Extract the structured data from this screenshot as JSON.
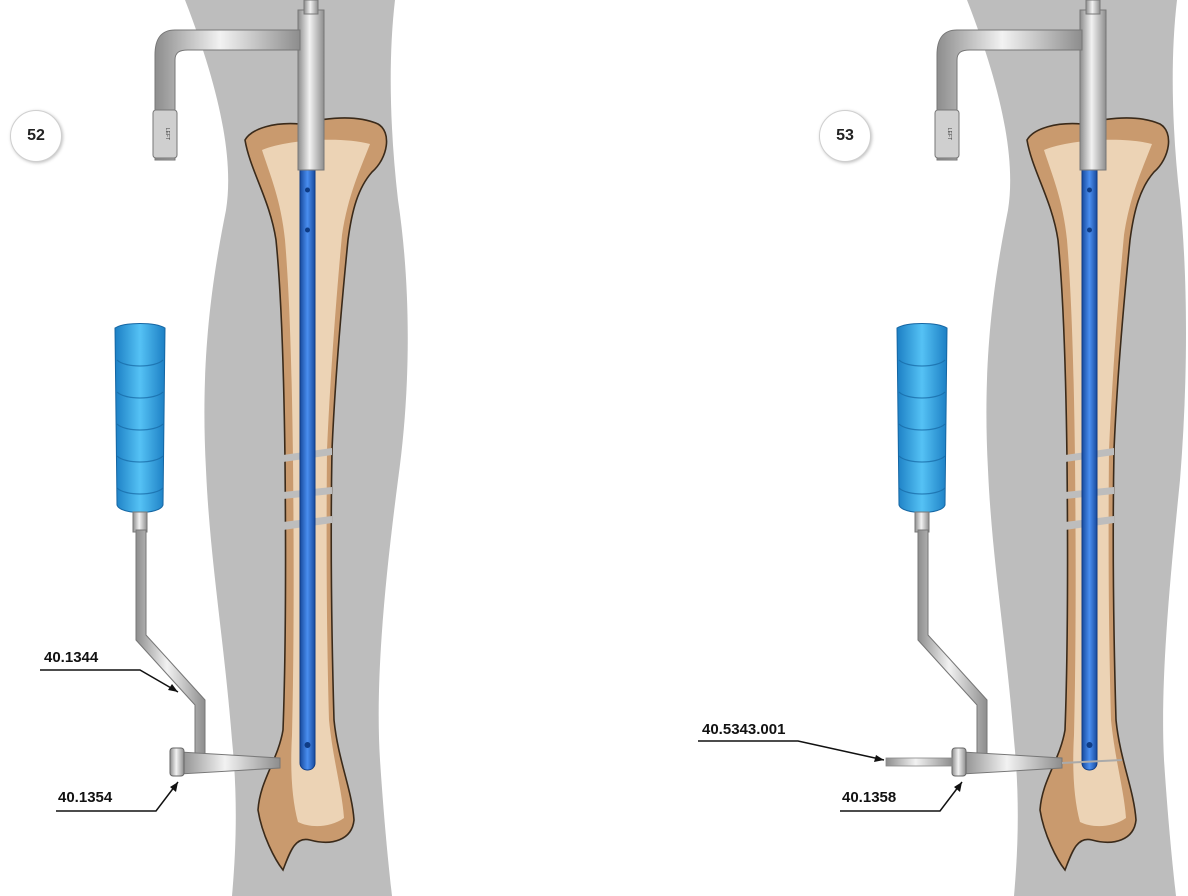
{
  "panels": [
    {
      "step": "52",
      "callouts": [
        "40.1344",
        "40.1354"
      ],
      "jig_mark": "LEFT"
    },
    {
      "step": "53",
      "callouts": [
        "40.5343.001",
        "40.1358"
      ],
      "jig_mark": "LEFT"
    }
  ],
  "colors": {
    "leg_silhouette": "#b9b9b9",
    "bone_cortex": "#c99a6e",
    "bone_marrow": "#f1dcc0",
    "nail": "#2f6fd6",
    "handle": "#2fa6e8",
    "instrument_steel": "#c8c8c8"
  }
}
